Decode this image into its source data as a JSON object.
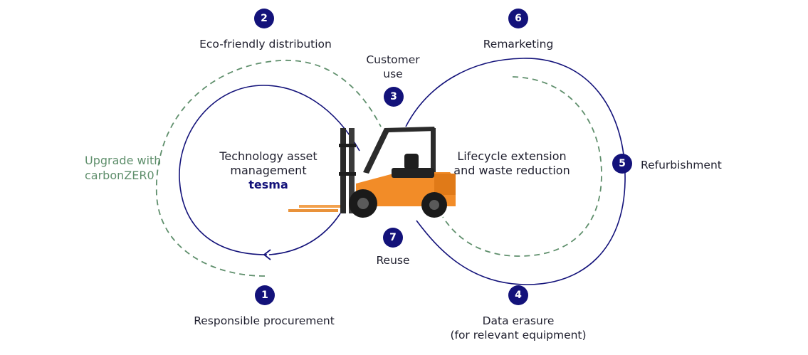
{
  "steps": [
    {
      "num": "1",
      "label": "Responsible procurement"
    },
    {
      "num": "2",
      "label": "Eco-friendly distribution"
    },
    {
      "num": "3",
      "label_line1": "Customer",
      "label_line2": "use"
    },
    {
      "num": "4",
      "label_line1": "Data erasure",
      "label_line2": "(for relevant equipment)"
    },
    {
      "num": "5",
      "label": "Refurbishment"
    },
    {
      "num": "6",
      "label": "Remarketing"
    },
    {
      "num": "7",
      "label": "Reuse"
    }
  ],
  "upgrade": {
    "line1": "Upgrade with",
    "line2": "carbonZER0"
  },
  "center_left": {
    "line1": "Technology asset",
    "line2": "management",
    "brand": "tesma"
  },
  "center_right": {
    "line1": "Lifecycle extension",
    "line2": "and waste reduction"
  },
  "colors": {
    "navy": "#13127a",
    "dashed_green": "#5f8f6c",
    "forklift_orange": "#f28c28"
  },
  "image": {
    "icon": "forklift-image"
  }
}
